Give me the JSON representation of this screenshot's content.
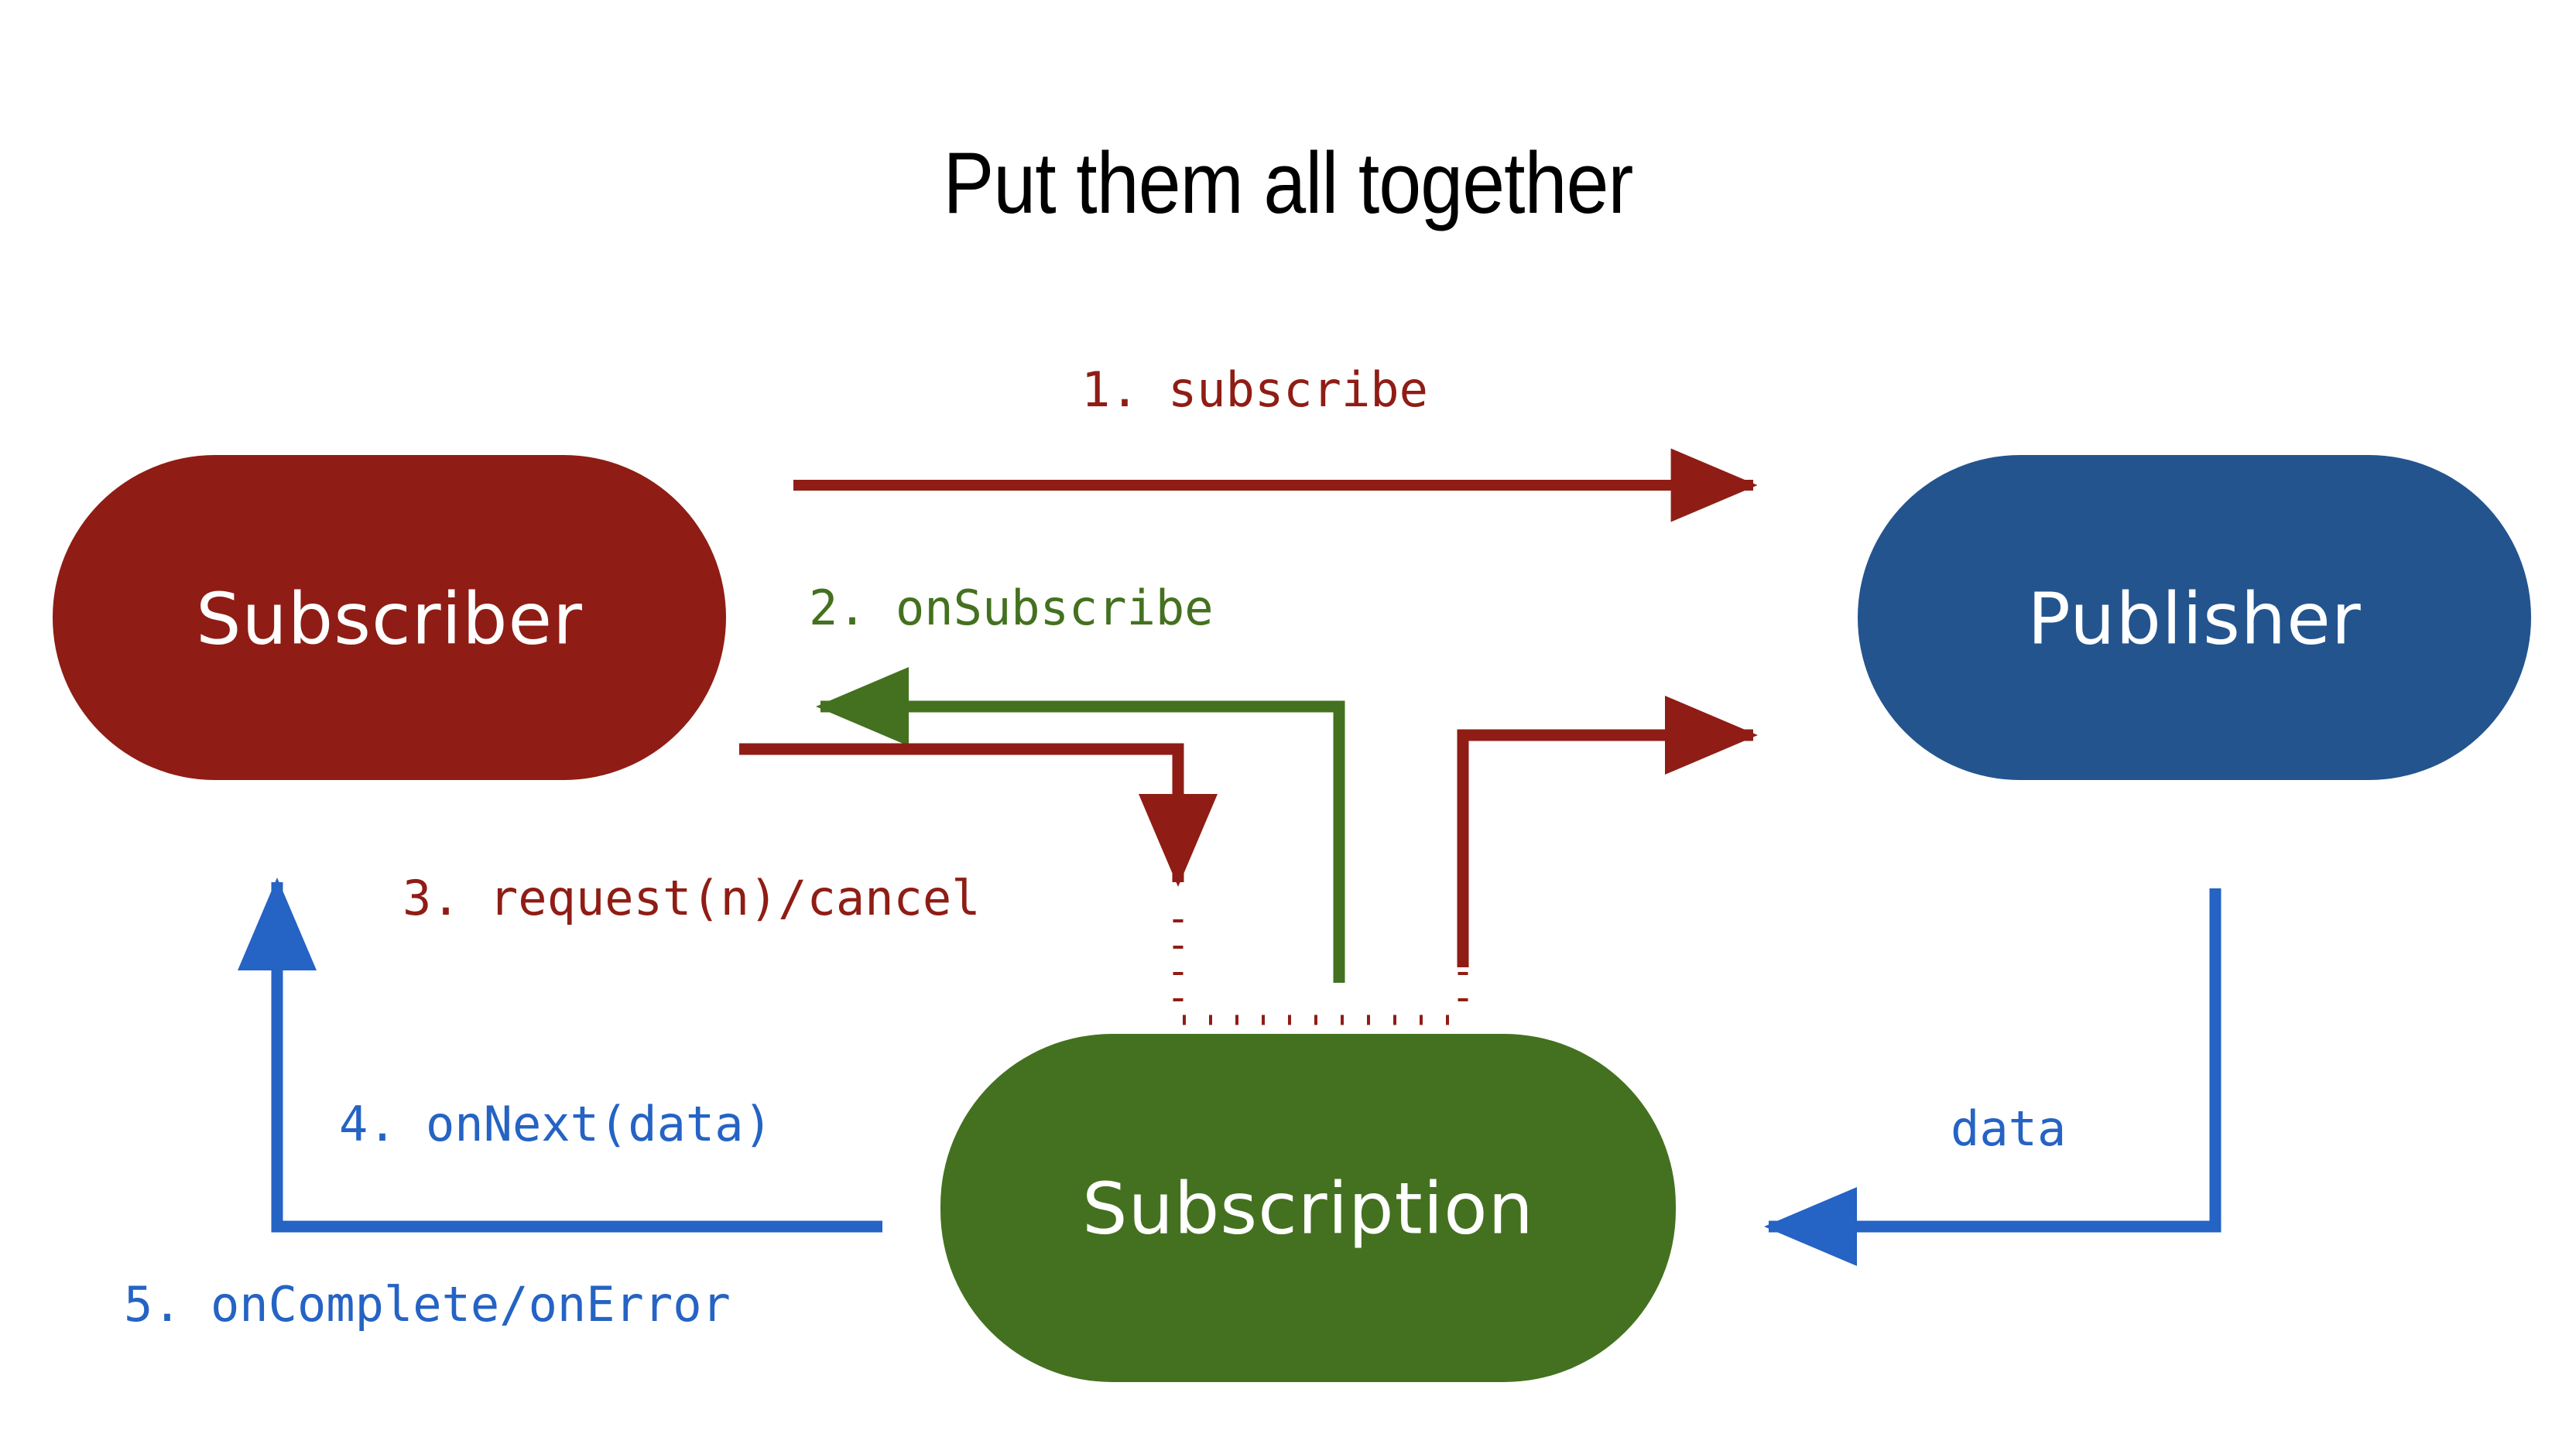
{
  "page": {
    "title": "Put them all together",
    "background_color": "#ffffff"
  },
  "colors": {
    "subscriber_red": "#8F1D15",
    "publisher_blue": "#23548E",
    "subscription_green": "#44711F",
    "arrow_red": "#8F1D15",
    "arrow_green": "#44711F",
    "arrow_blue": "#2563C4",
    "node_text": "#ffffff",
    "title_text": "#000000"
  },
  "nodes": [
    {
      "id": "subscriber",
      "label": "Subscriber",
      "color": "#8F1D15"
    },
    {
      "id": "publisher",
      "label": "Publisher",
      "color": "#23548E"
    },
    {
      "id": "subscription",
      "label": "Subscription",
      "color": "#44711F"
    }
  ],
  "edges": [
    {
      "id": "e1",
      "label": "1. subscribe",
      "color_name": "red",
      "color": "#8F1D15",
      "from": "subscriber",
      "to": "publisher"
    },
    {
      "id": "e2",
      "label": "2. onSubscribe",
      "color_name": "green",
      "color": "#44711F",
      "from": "subscription",
      "to": "subscriber"
    },
    {
      "id": "e3",
      "label": "3. request(n)/cancel",
      "color_name": "red",
      "color": "#8F1D15",
      "from": "subscriber",
      "to": "subscription"
    },
    {
      "id": "e4",
      "label": "4. onNext(data)",
      "color_name": "blue",
      "color": "#2563C4",
      "from": "subscription",
      "to": "subscriber"
    },
    {
      "id": "e5",
      "label": "5. onComplete/onError",
      "color_name": "blue",
      "color": "#2563C4",
      "from": "subscription",
      "to": "subscriber"
    },
    {
      "id": "e6",
      "label": "data",
      "color_name": "blue",
      "color": "#2563C4",
      "from": "publisher",
      "to": "subscription"
    }
  ]
}
